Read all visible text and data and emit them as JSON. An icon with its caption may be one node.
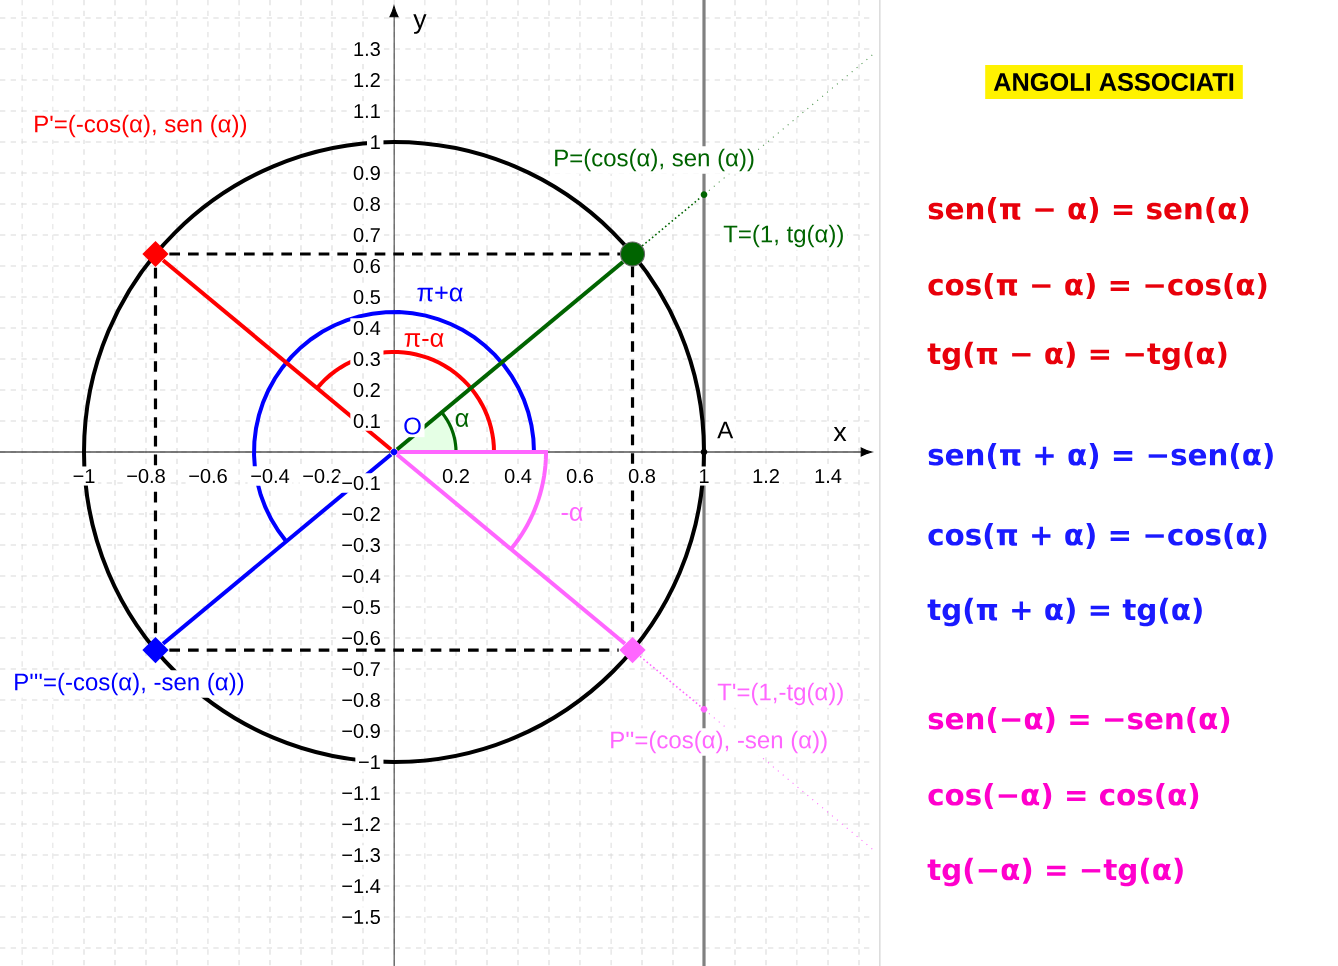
{
  "diagram": {
    "title": "ANGOLI ASSOCIATI",
    "nodes": [
      {
        "text": [],
        "shape": "point",
        "beside": [
          "O"
        ]
      },
      {
        "text": [],
        "shape": "circle"
      },
      {
        "text": [],
        "shape": "point",
        "beside": [
          "T=(1, tg(α))"
        ]
      },
      {
        "text": [],
        "shape": "diamond"
      },
      {
        "text": [],
        "shape": "diamond",
        "beside": [
          "P'''=(-cos(α), -sen (α))"
        ]
      },
      {
        "text": [],
        "shape": "diamond"
      },
      {
        "text": [],
        "shape": "point",
        "beside": [
          "T'=(1,-tg(α))"
        ]
      },
      {
        "text": [],
        "shape": "point",
        "beside": [
          "A"
        ]
      }
    ],
    "edges": [
      {
        "from": 0,
        "to": 1,
        "arrow": "none",
        "color": "#006400"
      },
      {
        "from": 0,
        "to": 3,
        "arrow": "none",
        "color": "#ff0000"
      },
      {
        "from": 0,
        "to": 4,
        "arrow": "none",
        "color": "#0000ff"
      },
      {
        "from": 0,
        "to": 5,
        "arrow": "none",
        "color": "#ff66ff"
      },
      {
        "from": 1,
        "to": 2,
        "arrow": "none",
        "style": "dashed",
        "color": "#006400"
      },
      {
        "from": 5,
        "to": 6,
        "arrow": "none",
        "style": "dashed",
        "color": "#ff66ff"
      },
      {
        "from": 3,
        "to": 1,
        "arrow": "none",
        "style": "dashed"
      },
      {
        "from": 3,
        "to": 4,
        "arrow": "none",
        "style": "dashed"
      },
      {
        "from": 4,
        "to": 5,
        "arrow": "none",
        "style": "dashed"
      },
      {
        "from": 1,
        "to": 5,
        "arrow": "none",
        "style": "dashed"
      }
    ],
    "labels": [
      "y",
      "1.3",
      "1.2",
      "1.1",
      "1",
      "0.9",
      "0.8",
      "0.7",
      "0.6",
      "0.5",
      "0.4",
      "0.3",
      "0.2",
      "0.1",
      "π+α",
      "π-α",
      "α",
      "x",
      "−1",
      "−0.8",
      "−0.6",
      "−0.4",
      "−0.2",
      "0.2",
      "0.4",
      "0.6",
      "0.8",
      "1",
      "1.2",
      "1.4",
      "−0.1",
      "−0.2",
      "−0.3",
      "−0.4",
      "−0.5",
      "−0.6",
      "−0.7",
      "−0.8",
      "−0.9",
      "−1",
      "−1.1",
      "−1.2",
      "−1.3",
      "−1.4",
      "−1.5",
      "-α",
      "sen(π − α) = sen(α)",
      "cos(π − α) = −cos(α)",
      "tg(π − α) = −tg(α)",
      "sen(π + α) = −sen(α)",
      "cos(π + α) = −cos(α)",
      "tg(π + α) = tg(α)",
      "sen(−α) = −sen(α)",
      "cos(−α) = cos(α)",
      "tg(−α) = −tg(α)",
      "P'=(-cos(α), sen (α))",
      "P=(cos(α), sen (α))",
      "P''=(cos(α), -sen (α))"
    ]
  }
}
